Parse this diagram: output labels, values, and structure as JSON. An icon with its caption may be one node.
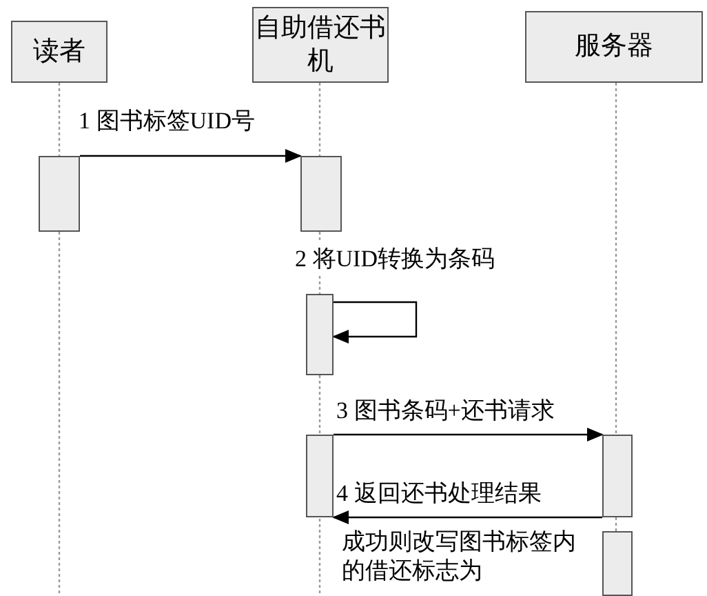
{
  "diagram": {
    "nodes": [
      {
        "text": [
          "读者"
        ]
      },
      {
        "text": [
          "自助借还书机"
        ]
      },
      {
        "text": [
          "服务器"
        ]
      },
      {
        "text": [],
        "shape": "bar"
      },
      {
        "text": [],
        "shape": "bar"
      },
      {
        "text": [],
        "shape": "bar"
      },
      {
        "text": [],
        "shape": "bar"
      },
      {
        "text": [],
        "shape": "bar"
      },
      {
        "text": [],
        "shape": "bar"
      }
    ],
    "edges": [
      {
        "from": 3,
        "to": 4,
        "arrow": "to",
        "label": "1 图书标签UID号"
      },
      {
        "from": 5,
        "to": 5,
        "arrow": "to",
        "label": "2 将UID转换为条码"
      },
      {
        "from": 6,
        "to": 7,
        "arrow": "to",
        "label": "3 图书条码+还书请求"
      },
      {
        "from": 7,
        "to": 6,
        "arrow": "to",
        "label": "4 返回还书处理结果"
      },
      {
        "from": 0,
        "to": null,
        "arrow": "none",
        "style": "dashed",
        "color": "#999999"
      },
      {
        "from": 1,
        "to": null,
        "arrow": "none",
        "style": "dashed",
        "color": "#999999"
      },
      {
        "from": 2,
        "to": 7,
        "arrow": "none",
        "style": "dashed",
        "color": "#999999"
      },
      {
        "from": 7,
        "to": 8,
        "arrow": "none",
        "style": "dashed",
        "color": "#999999"
      }
    ],
    "labels": [
      "成功则改写图书标签内的借还标志为"
    ]
  }
}
